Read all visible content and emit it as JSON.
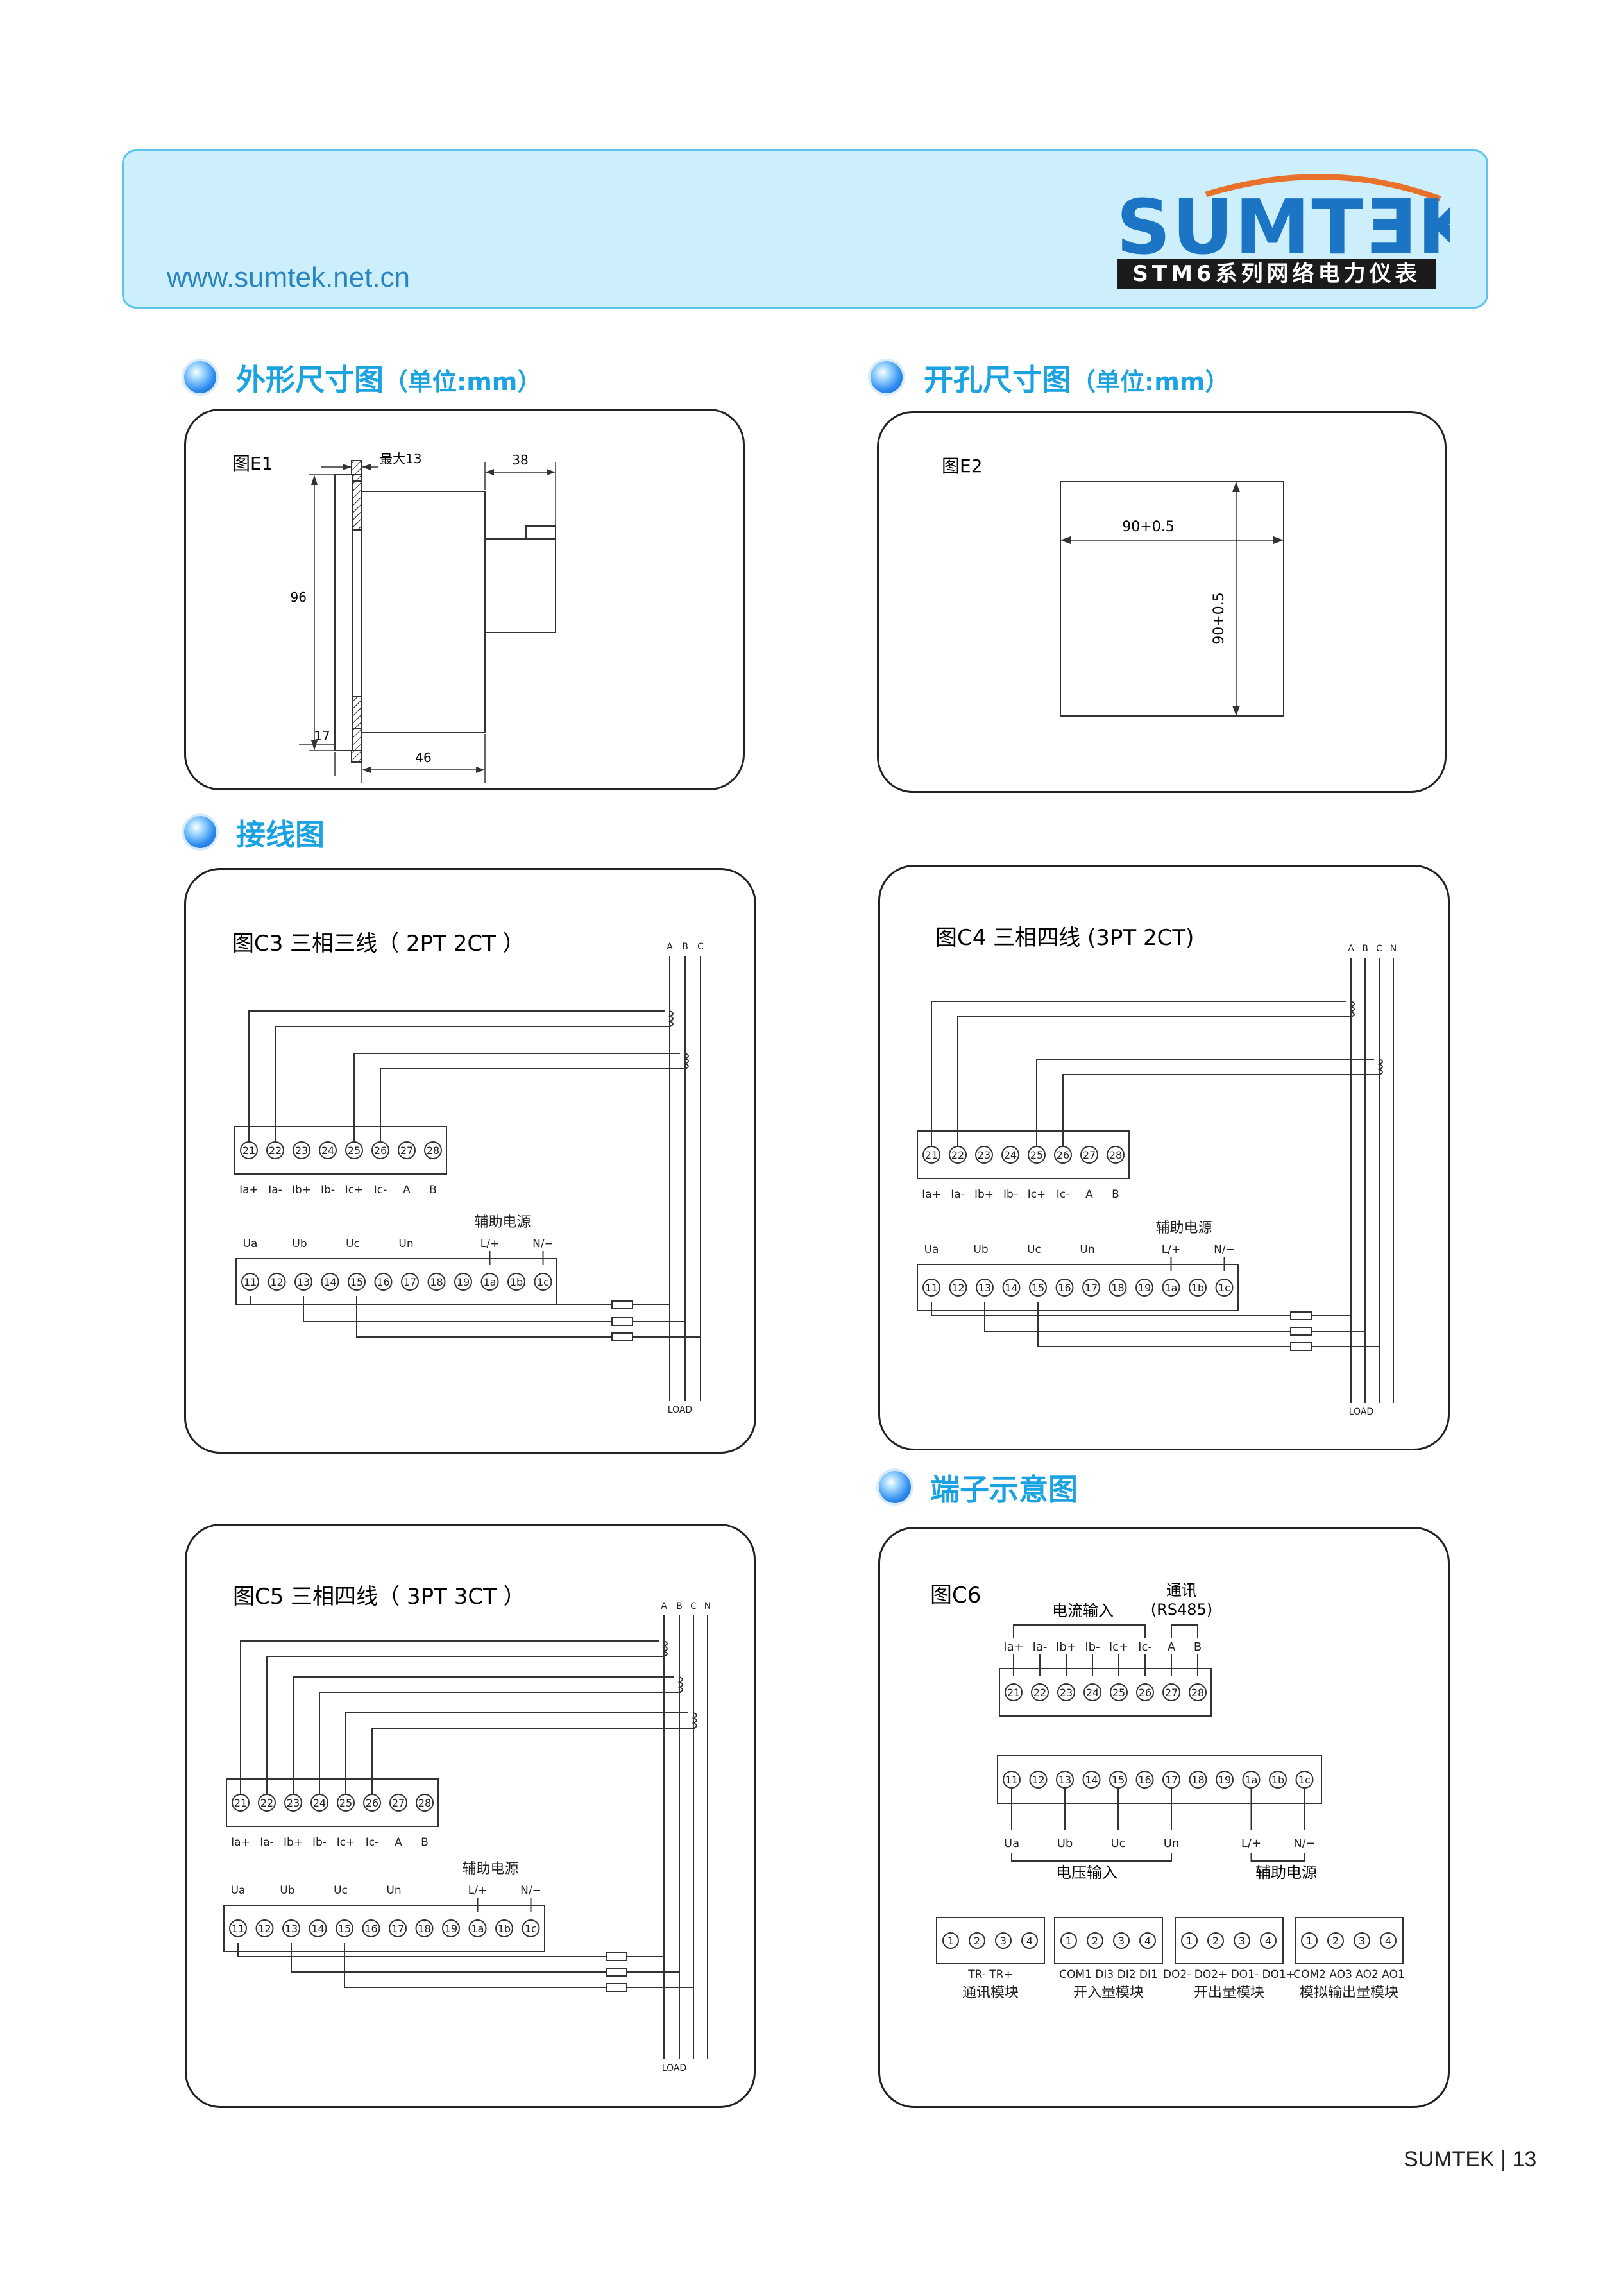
{
  "header": {
    "website": "www.sumtek.net.cn",
    "logo": "SUMTƎK",
    "tagline": "STM6系列网络电力仪表",
    "colors": {
      "accent": "#1aa3e0",
      "header_bg": "#cdeffb",
      "header_border": "#5cc4ec",
      "logo_blue": "#1b74c4",
      "logo_orange": "#e8712b"
    }
  },
  "sections": {
    "outline": {
      "title": "外形尺寸图",
      "unit": "（单位:mm）"
    },
    "cutout": {
      "title": "开孔尺寸图",
      "unit": "（单位:mm）"
    },
    "wiring": {
      "title": "接线图"
    },
    "terminal": {
      "title": "端子示意图"
    }
  },
  "figE1": {
    "label": "图E1",
    "dim_max": "最大13",
    "dim_38": "38",
    "dim_96": "96",
    "dim_17": "17",
    "dim_46": "46"
  },
  "figE2": {
    "label": "图E2",
    "dim_h": "90+0.5",
    "dim_v": "90+0.5"
  },
  "current_terminals": {
    "numbers": [
      "21",
      "22",
      "23",
      "24",
      "25",
      "26",
      "27",
      "28"
    ],
    "labels": [
      "Ia+",
      "Ia-",
      "Ib+",
      "Ib-",
      "Ic+",
      "Ic-",
      "A",
      "B"
    ]
  },
  "voltage_terminals": {
    "numbers": [
      "11",
      "12",
      "13",
      "14",
      "15",
      "16",
      "17",
      "18",
      "19",
      "1a",
      "1b",
      "1c"
    ],
    "labels": [
      "Ua",
      "Ub",
      "Uc",
      "Un"
    ],
    "aux_title": "辅助电源",
    "aux_l": "L/+",
    "aux_n": "N/−"
  },
  "figC3": {
    "label": "图C3 三相三线（ 2PT 2CT ）",
    "lines": [
      "A",
      "B",
      "C"
    ],
    "load": "LOAD"
  },
  "figC4": {
    "label": "图C4 三相四线 (3PT 2CT)",
    "lines": [
      "A",
      "B",
      "C",
      "N"
    ],
    "load": "LOAD"
  },
  "figC5": {
    "label": "图C5 三相四线（ 3PT 3CT ）",
    "lines": [
      "A",
      "B",
      "C",
      "N"
    ],
    "load": "LOAD"
  },
  "figC6": {
    "label": "图C6",
    "current_input": "电流输入",
    "comm": "通讯",
    "rs485": "(RS485)",
    "voltage_input": "电压输入",
    "aux_power": "辅助电源",
    "module_pins": [
      "1",
      "2",
      "3",
      "4"
    ],
    "modules": [
      {
        "pins": "TR-  TR+",
        "name": "通讯模块"
      },
      {
        "pins": "COM1 DI3 DI2 DI1",
        "name": "开入量模块"
      },
      {
        "pins": "DO2- DO2+ DO1- DO1+",
        "name": "开出量模块"
      },
      {
        "pins": "COM2 AO3 AO2 AO1",
        "name": "模拟输出量模块"
      }
    ]
  },
  "footer": {
    "brand": "SUMTEK",
    "separator": "|",
    "page": "13"
  }
}
